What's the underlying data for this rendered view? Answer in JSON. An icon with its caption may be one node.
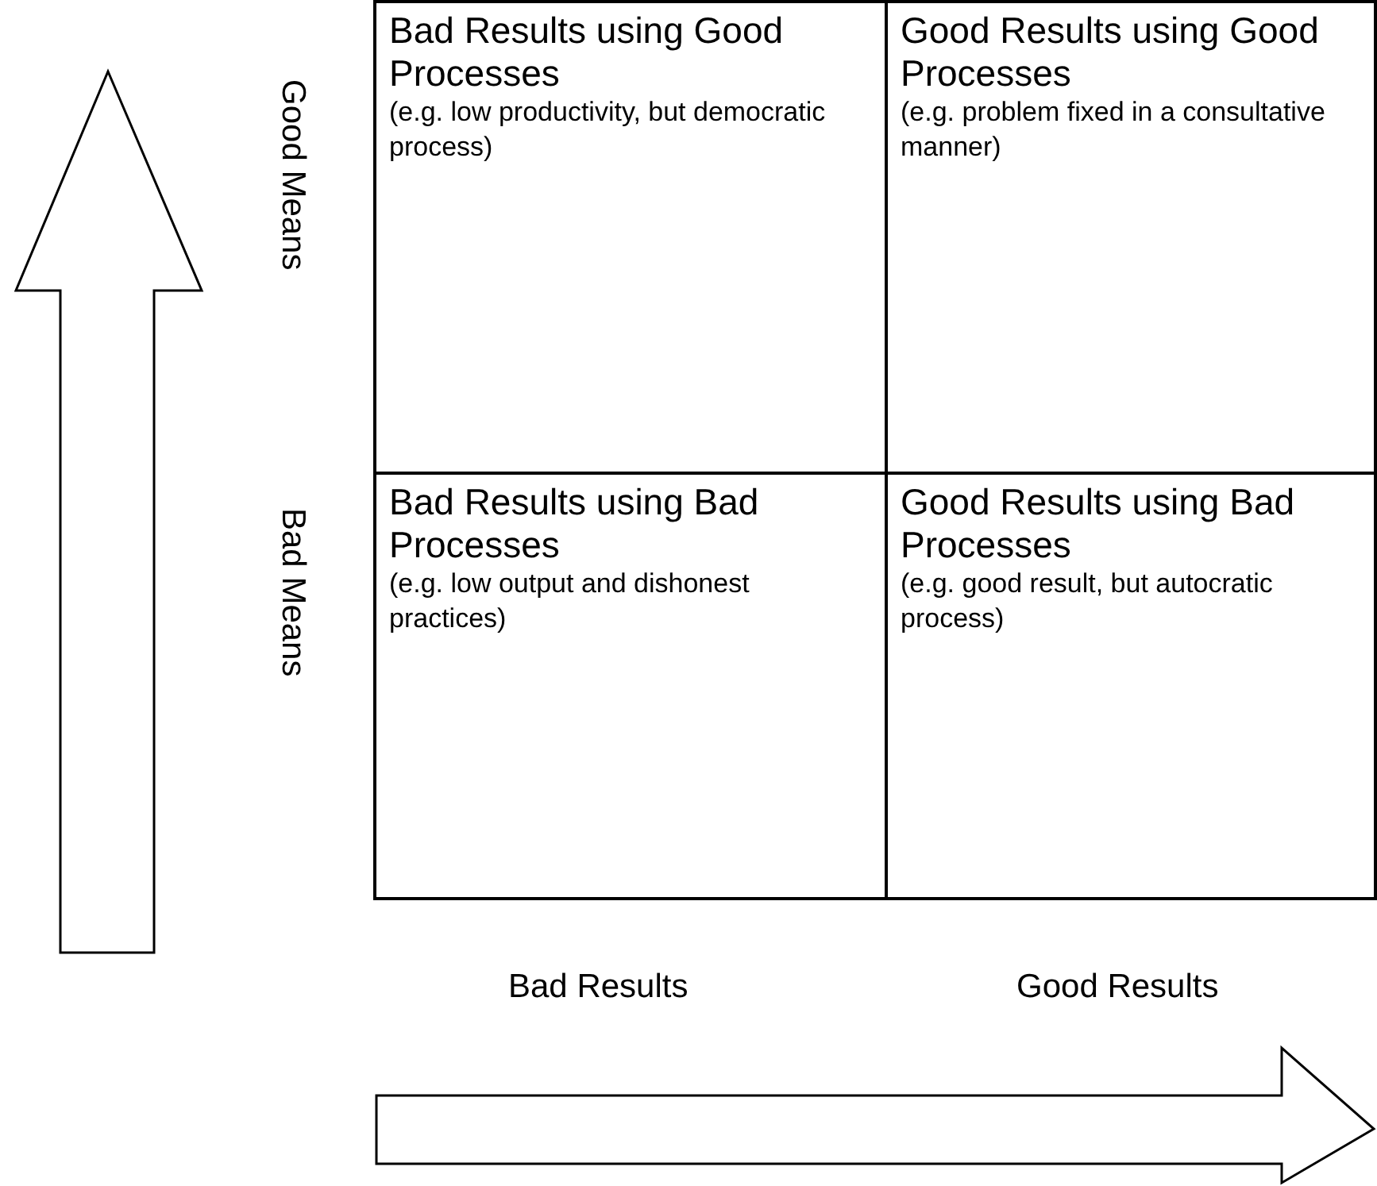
{
  "diagram": {
    "nodes": [
      {
        "text": [
          "Bad Results using Good Processes",
          "(e.g. low productivity, but democratic process)"
        ]
      },
      {
        "text": [
          "Good Results using Good Processes",
          "(e.g. problem fixed in a consultative manner)"
        ]
      },
      {
        "text": [
          "Bad Results using Bad Processes",
          "(e.g. low output and dishonest practices)"
        ]
      },
      {
        "text": [
          "Good Results using Bad Processes",
          "(e.g. good result, but autocratic process)"
        ]
      }
    ],
    "labels": [
      "Good Means",
      "Bad Means",
      "Bad Results",
      "Good Results"
    ]
  }
}
